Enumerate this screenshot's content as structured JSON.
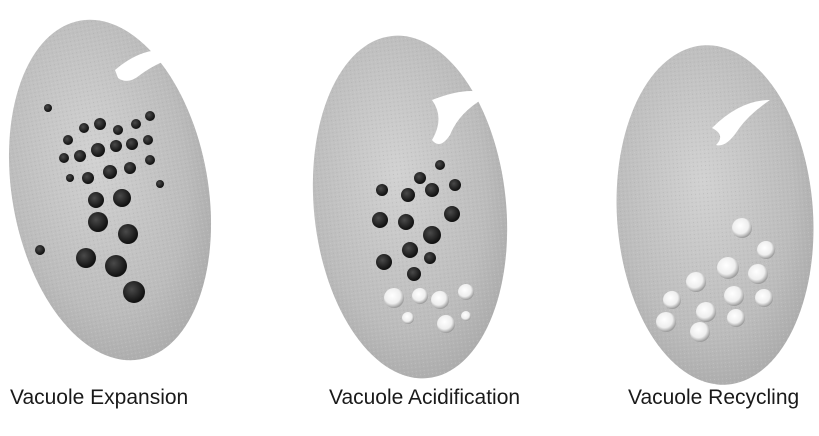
{
  "panels": [
    {
      "label": "Vacuole Expansion",
      "vacuole_style": "dark"
    },
    {
      "label": "Vacuole Acidification",
      "vacuole_style": "mixed"
    },
    {
      "label": "Vacuole Recycling",
      "vacuole_style": "light"
    }
  ],
  "colors": {
    "cell_fill": "#bdbdbd",
    "cell_fill_light": "#cfcfcf",
    "dark_vacuole": "#1c1c1c",
    "light_vacuole": "#f4f4f4",
    "background": "#ffffff"
  }
}
